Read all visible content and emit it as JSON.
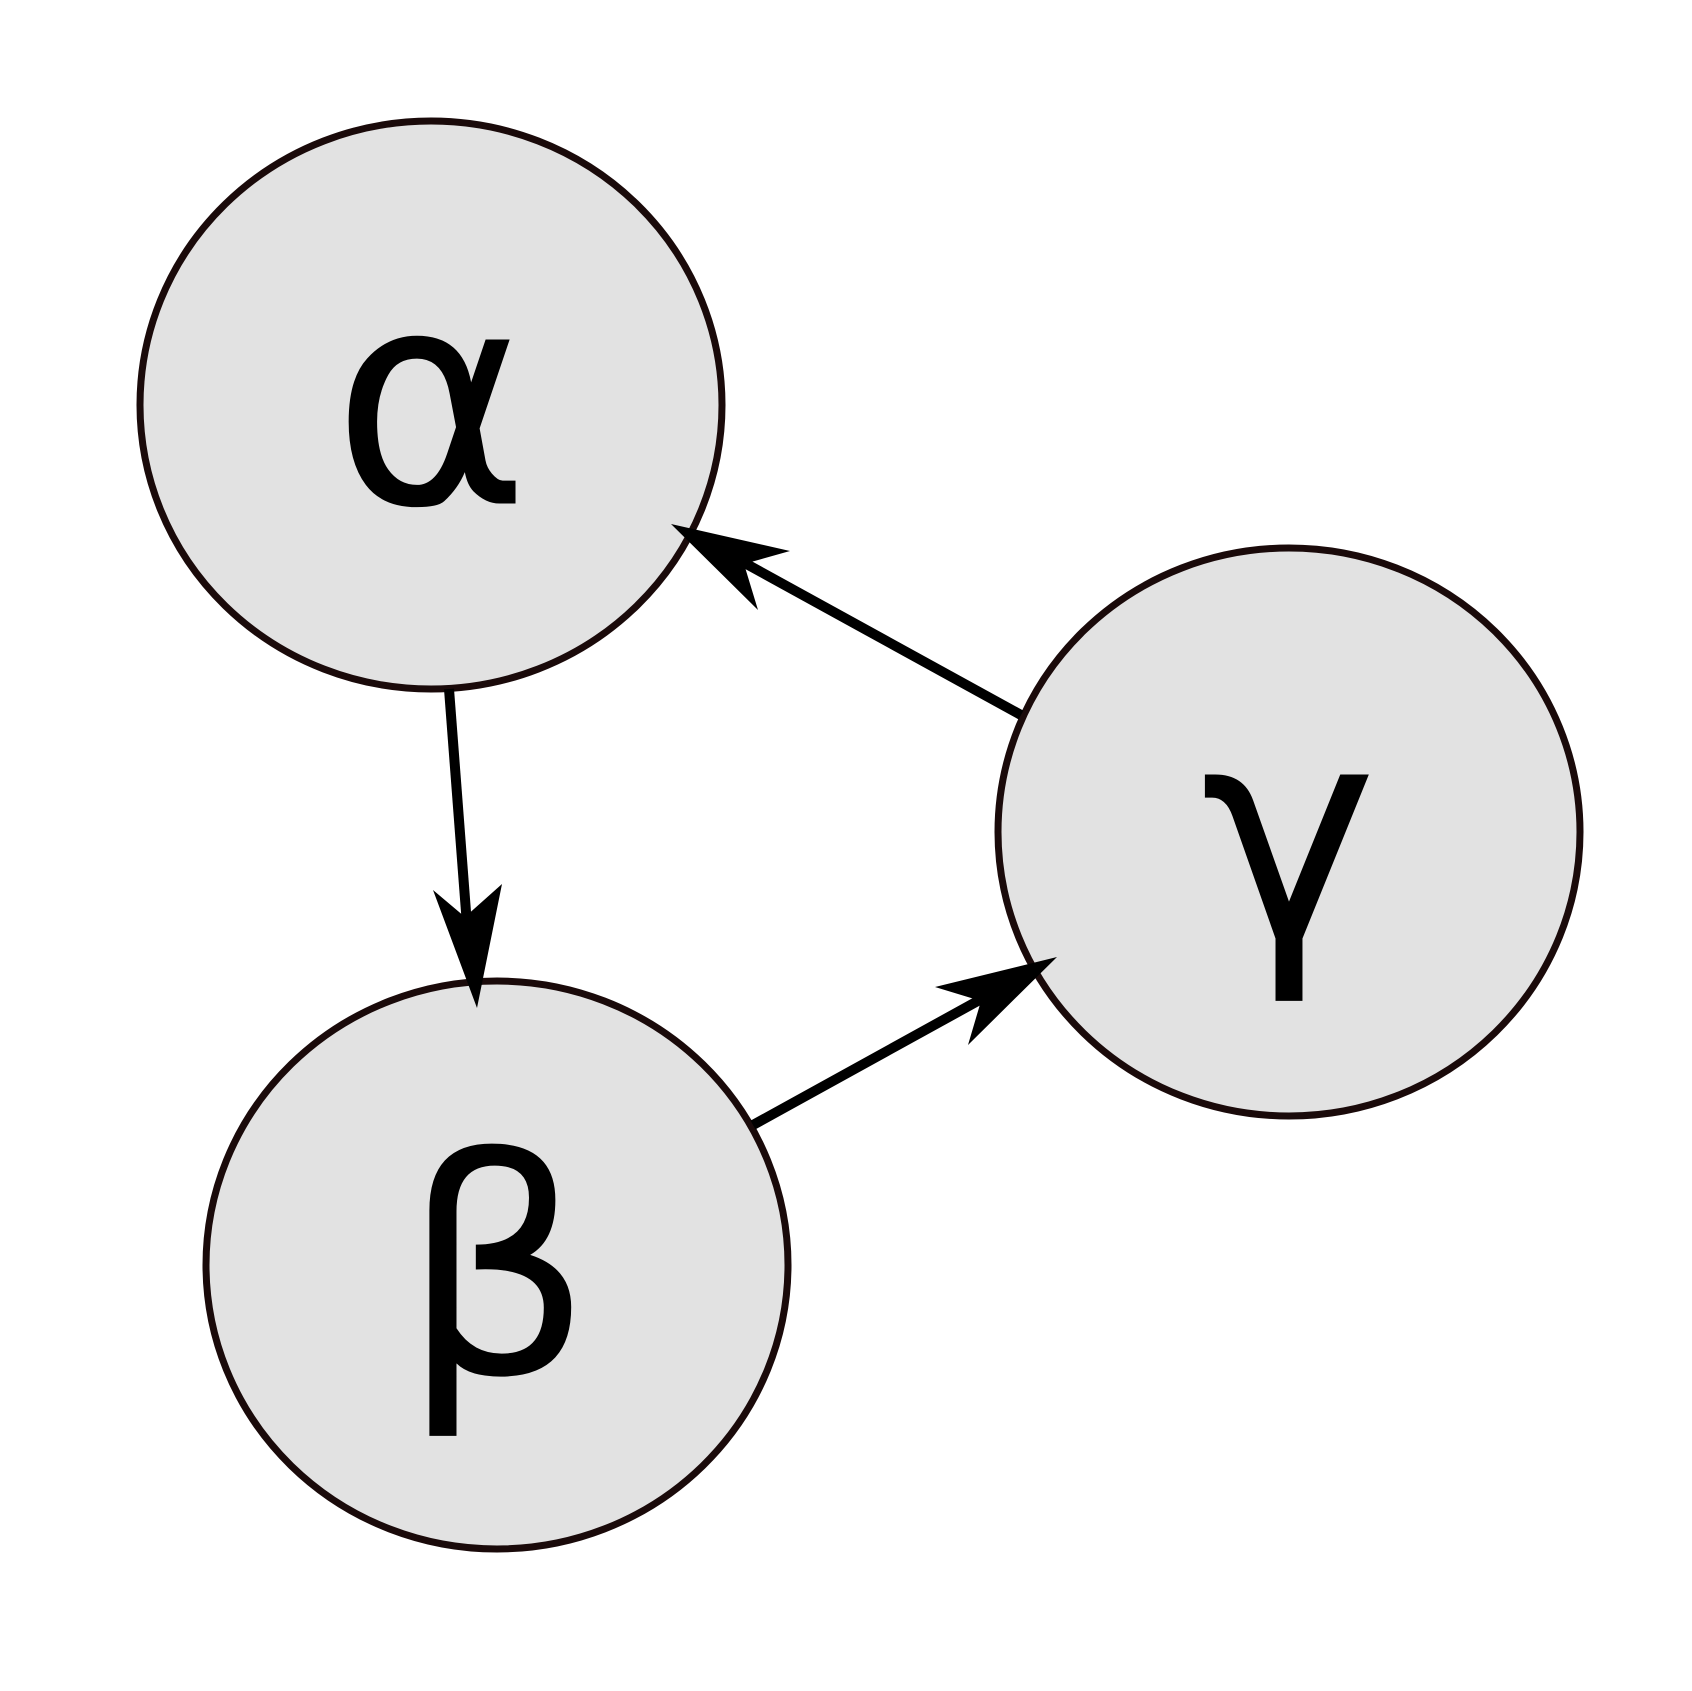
{
  "diagram": {
    "colors": {
      "node_fill": "#e2e2e2",
      "node_stroke": "#1a0a0a",
      "edge": "#000000",
      "background": "#ffffff"
    },
    "nodes": [
      {
        "id": "alpha",
        "label": "α"
      },
      {
        "id": "beta",
        "label": "β"
      },
      {
        "id": "gamma",
        "label": "γ"
      }
    ],
    "edges": [
      {
        "from": "alpha",
        "to": "beta"
      },
      {
        "from": "beta",
        "to": "gamma"
      },
      {
        "from": "gamma",
        "to": "alpha"
      }
    ]
  }
}
